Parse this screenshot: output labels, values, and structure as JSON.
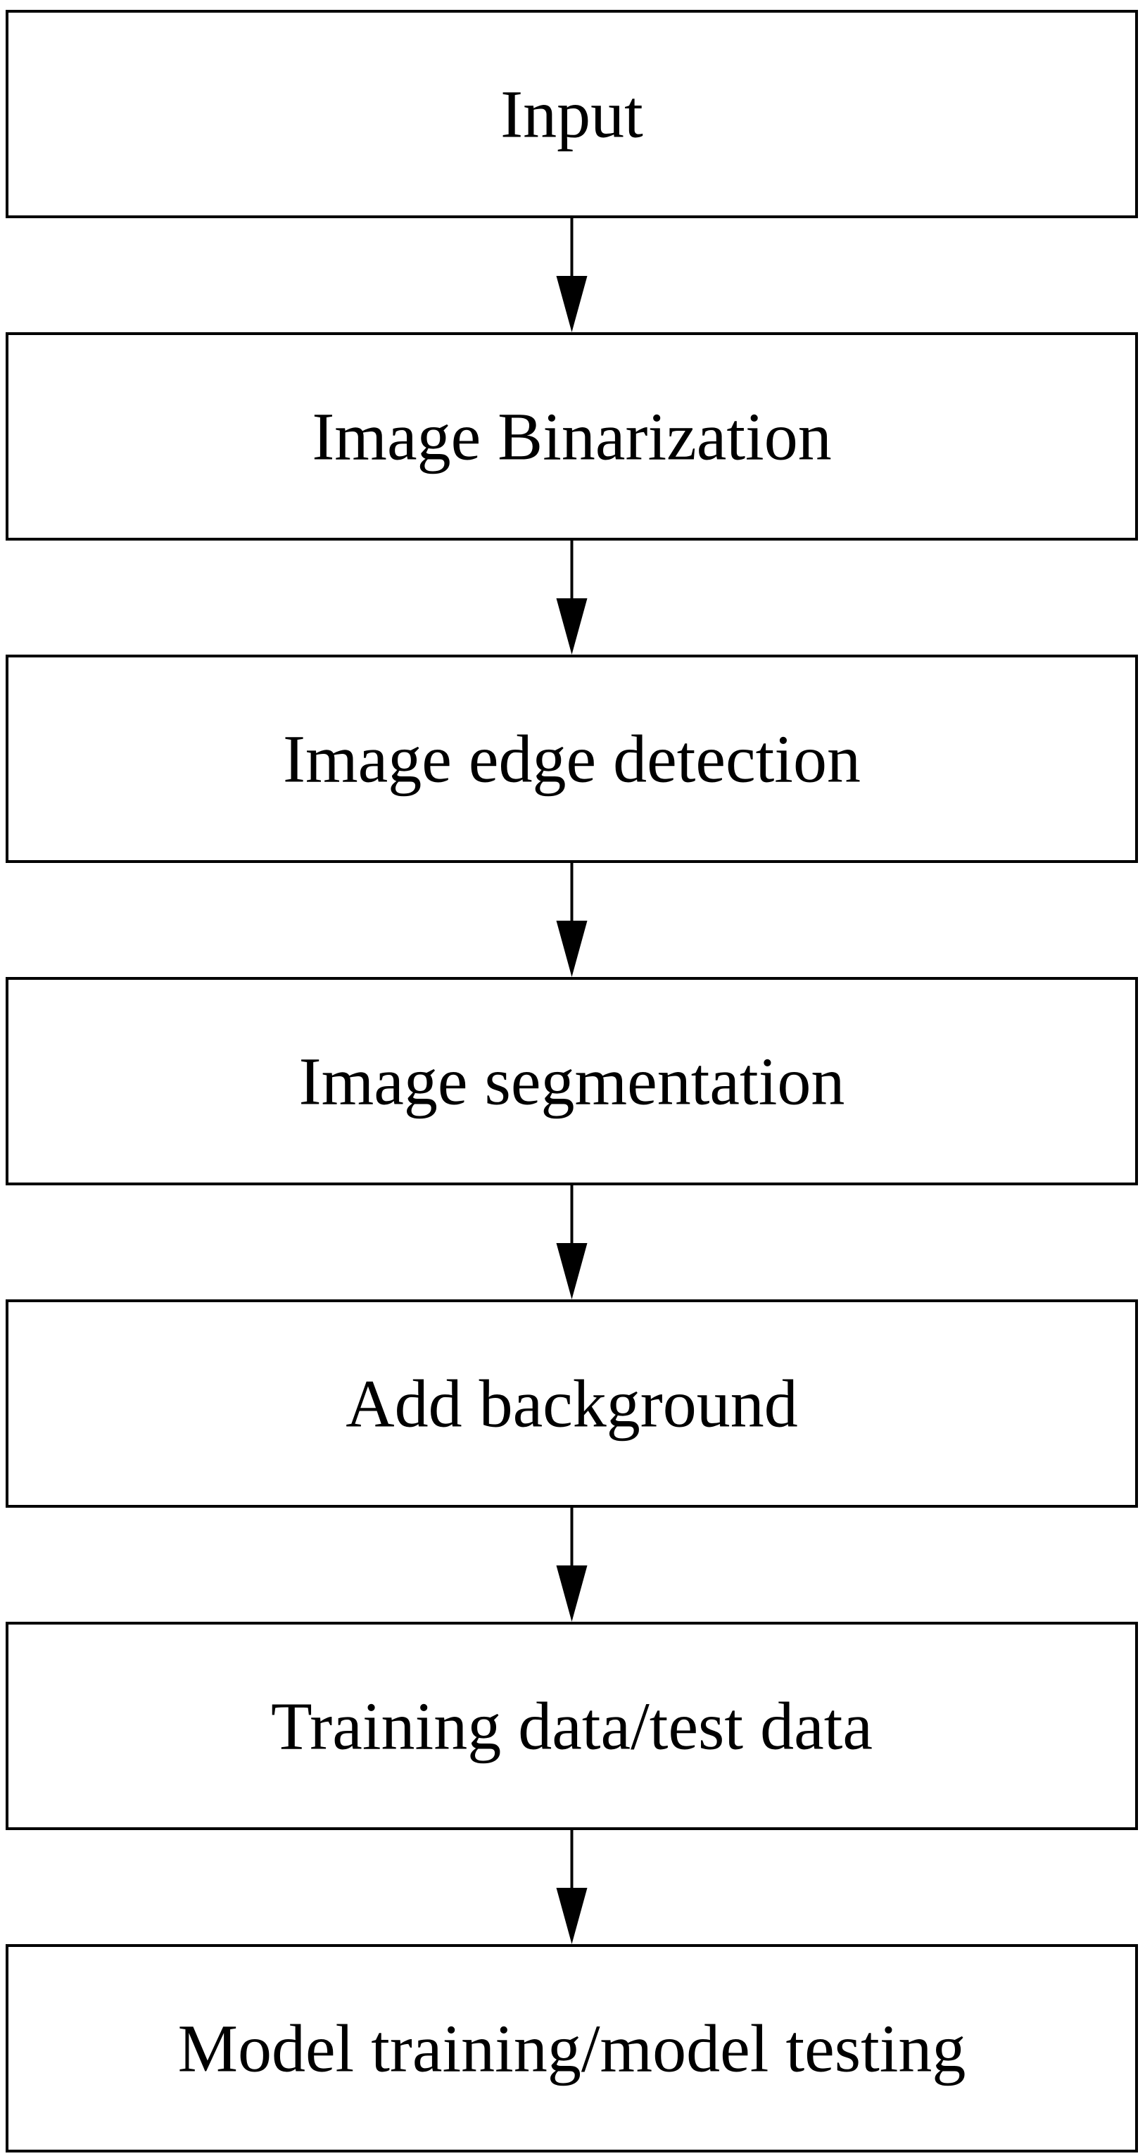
{
  "steps": [
    {
      "label": "Input"
    },
    {
      "label": "Image Binarization"
    },
    {
      "label": "Image edge detection"
    },
    {
      "label": "Image segmentation"
    },
    {
      "label": "Add background"
    },
    {
      "label": "Training data/test data"
    },
    {
      "label": "Model training/model testing"
    }
  ]
}
